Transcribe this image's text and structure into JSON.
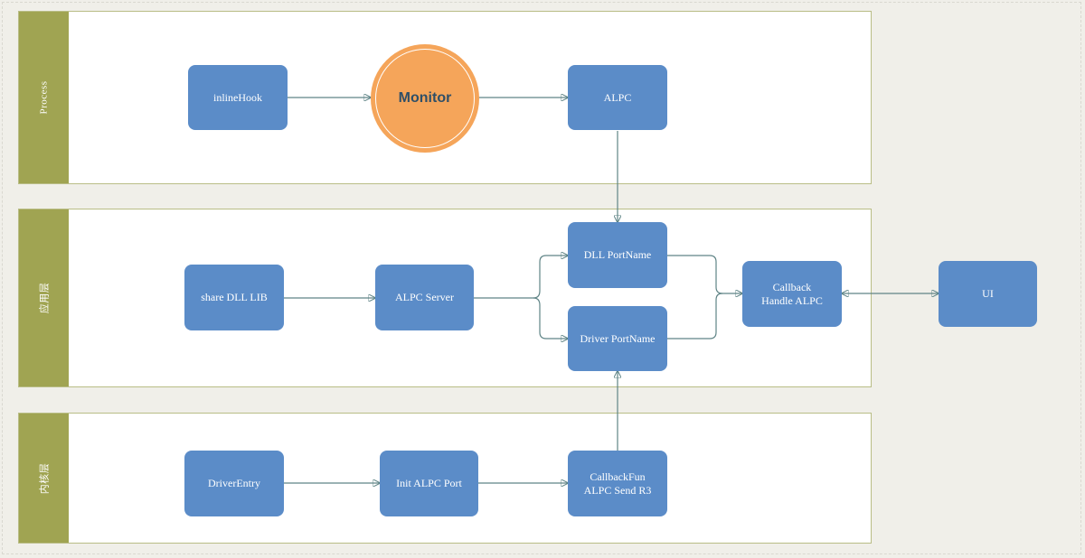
{
  "lanes": {
    "process": {
      "title": "Process"
    },
    "app": {
      "title": "应用层"
    },
    "kernel": {
      "title": "内核层"
    }
  },
  "nodes": {
    "inlinehook": "inlineHook",
    "monitor": "Monitor",
    "alpc": "ALPC",
    "share_dll_lib": "share DLL LIB",
    "alpc_server": "ALPC Server",
    "dll_portname": "DLL PortName",
    "driver_portname": "Driver PortName",
    "callback_handle": "Callback\nHandle ALPC",
    "ui": "UI",
    "driverentry": "DriverEntry",
    "init_alpc_port": "Init ALPC Port",
    "callbackfun": "CallbackFun\nALPC Send R3"
  },
  "colors": {
    "node_fill": "#5b8cc8",
    "lane_header": "#a0a452",
    "monitor_fill": "#f5a55a",
    "edge": "#5f8486"
  }
}
